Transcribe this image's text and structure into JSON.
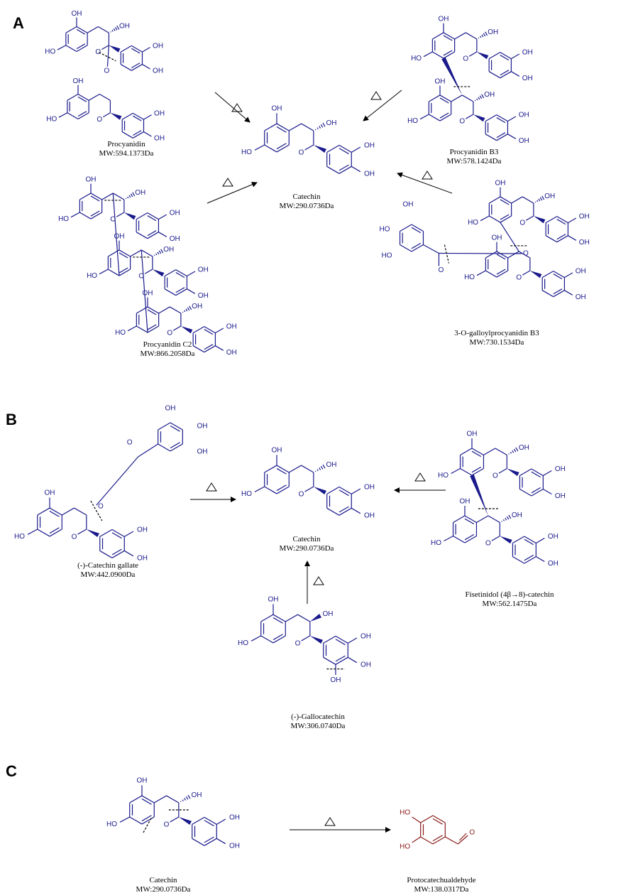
{
  "colors": {
    "structure": "#1a1a8c",
    "product": "#8b1a1a",
    "text": "#000000"
  },
  "symbols": {
    "heat": "triangle-heat-icon",
    "oh": "OH",
    "ho": "HO",
    "o": "O"
  },
  "panels": [
    {
      "label": "A",
      "center": {
        "name": "Catechin",
        "mw": "MW:290.0736Da"
      },
      "precursors": [
        {
          "name": "Procyanidin",
          "mw": "MW:594.1373Da"
        },
        {
          "name": "Procyanidin B3",
          "mw": "MW:578.1424Da"
        },
        {
          "name": "Procyanidin C2",
          "mw": "MW:866.2058Da"
        },
        {
          "name": "3-O-galloylprocyanidin  B3",
          "mw": "MW:730.1534Da"
        }
      ]
    },
    {
      "label": "B",
      "center": {
        "name": "Catechin",
        "mw": "MW:290.0736Da"
      },
      "precursors": [
        {
          "name": "(-)-Catechin gallate",
          "mw": "MW:442.0900Da"
        },
        {
          "name": "Fisetinidol  (4β→8)-catechin",
          "mw": "MW:562.1475Da"
        },
        {
          "name": "(-)-Gallocatechin",
          "mw": "MW:306.0740Da"
        }
      ]
    },
    {
      "label": "C",
      "reactant": {
        "name": "Catechin",
        "mw": "MW:290.0736Da"
      },
      "product": {
        "name": "Protocatechualdehyde",
        "mw": "MW:138.0317Da"
      }
    }
  ]
}
